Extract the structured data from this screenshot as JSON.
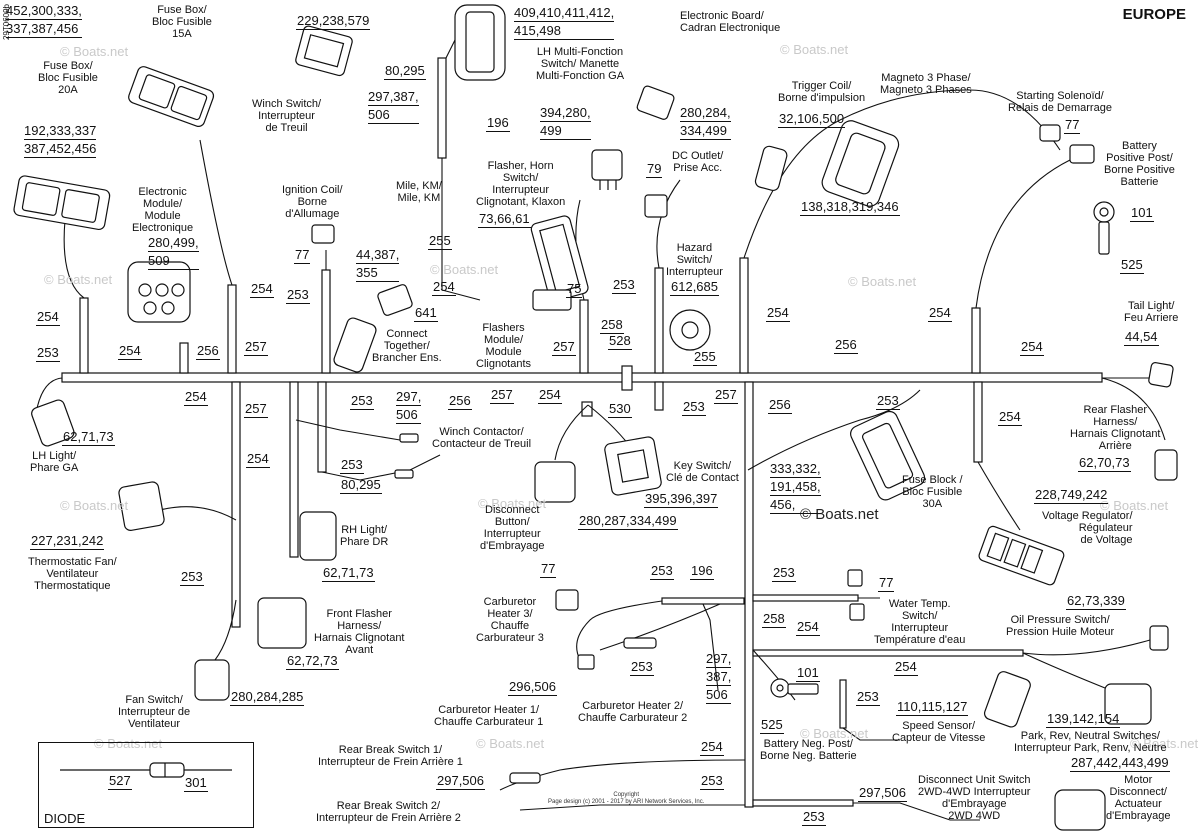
{
  "region": "EUROPE",
  "doc_id": "29T0609b",
  "watermark": "© Boats.net",
  "copyright": "Copyright\nPage design (c) 2001 - 2017 by ARI Network Services, Inc.",
  "diode": {
    "title": "DIODE",
    "part_left": "527",
    "part_right": "301"
  },
  "wire_codes": {
    "w254": "254",
    "w253": "253",
    "w256": "256",
    "w257": "257",
    "w255": "255",
    "w258": "258",
    "w528": "528",
    "w530": "530",
    "w196": "196",
    "w75": "75",
    "w641": "641",
    "w77": "77",
    "w79": "79",
    "w101": "101",
    "w525": "525"
  },
  "part_numbers": {
    "top_left": [
      "452,300,333,",
      "337,387,456"
    ],
    "fuse20_parts": [
      "192,333,337",
      "387,452,456"
    ],
    "ecm_parts": [
      "280,499,",
      "509"
    ],
    "winch_switch": "229,238,579",
    "elec_board": [
      "409,410,411,412,",
      "415,498"
    ],
    "speedo_a": "80,295",
    "speedo_b": [
      "297,387,",
      "506"
    ],
    "flasher_relay": [
      "394,280,",
      "499"
    ],
    "lh_multi": [
      "280,284,",
      "334,499"
    ],
    "trigger_coil": "32,106,500",
    "magneto": "138,318,319,346",
    "flasher_horn": "73,66,61",
    "ignition_parts": [
      "44,387,",
      "355"
    ],
    "hazard": "612,685",
    "tail_light": "44,54",
    "lh_light": "62,71,73",
    "winch_cont_a": [
      "297,",
      "506"
    ],
    "winch_cont_b": "80,295",
    "key_switch": "395,396,397",
    "disconnect_btn": "280,287,334,499",
    "fuse_block": [
      "333,332,",
      "191,458,",
      "456,"
    ],
    "rear_flasher": "62,70,73",
    "volt_reg": "228,749,242",
    "thermo_fan": "227,231,242",
    "rh_light": "62,71,73",
    "front_flasher": "62,72,73",
    "fan_switch": "280,284,285",
    "oil_pressure": "62,73,339",
    "carb_heater_1": "296,506",
    "carb_heater_2": [
      "297,",
      "387,",
      "506"
    ],
    "speed_sensor": "110,115,127",
    "park_rev": "139,142,154",
    "motor_disc": "287,442,443,499",
    "rear_break": "297,506",
    "disc_unit": "297,506"
  },
  "labels": {
    "fuse_box_15": "Fuse Box/\nBloc Fusible\n15A",
    "fuse_box_20": "Fuse Box/\nBloc Fusible\n20A",
    "elec_module": "Electronic\nModule/\nModule\nElectronique",
    "winch_switch": "Winch Switch/\nInterrupteur\nde Treuil",
    "elec_board": "Electronic Board/\nCadran Electronique",
    "lh_multi": "LH Multi-Fonction\nSwitch/ Manette\nMulti-Fonction GA",
    "mile_km": "Mile, KM/\nMile, KM",
    "trigger_coil": "Trigger Coil/\nBorne d'impulsion",
    "magneto": "Magneto 3 Phase/\nMagneto 3 Phases",
    "starting_solenoid": "Starting Solenoïd/\nRelais de Demarrage",
    "battery_pos": "Battery\nPositive Post/\nBorne Positive\nBatterie",
    "flasher_horn": "Flasher, Horn\nSwitch/\nInterrupteur\nClignotant, Klaxon",
    "dc_outlet": "DC Outlet/\nPrise Acc.",
    "ignition_coil": "Ignition Coil/\nBorne\nd'Allumage",
    "hazard": "Hazard\nSwitch/\nInterrupteur",
    "connect_together": "Connect\nTogether/\nBrancher Ens.",
    "flashers_module": "Flashers\nModule/\nModule\nClignotants",
    "tail_light": "Tail Light/\nFeu Arriere",
    "lh_light": "LH Light/\nPhare GA",
    "winch_contactor": "Winch Contactor/\nContacteur de Treuil",
    "key_switch": "Key Switch/\nClé de Contact",
    "rear_flasher": "Rear Flasher\nHarness/\nHarnais Clignotant\nArrière",
    "disconnect_btn": "Disconnect\nButton/\nInterrupteur\nd'Embrayage",
    "fuse_block": "Fuse Block /\nBloc Fusible\n30A",
    "volt_reg": "Voltage Regulator/\nRégulateur\nde Voltage",
    "thermo_fan": "Thermostatic Fan/\nVentilateur\nThermostatique",
    "rh_light": "RH Light/\nPhare DR",
    "front_flasher": "Front Flasher\nHarness/\nHarnais Clignotant\nAvant",
    "carb_heater_3": "Carburetor\nHeater 3/\nChauffe\nCarburateur 3",
    "water_temp": "Water Temp.\nSwitch/\nInterrupteur\nTempérature d'eau",
    "oil_pressure": "Oil Pressure Switch/\nPression Huile Moteur",
    "fan_switch": "Fan Switch/\nInterrupteur de\nVentilateur",
    "battery_neg": "Battery Neg. Post/\nBorne Neg. Batterie",
    "speed_sensor": "Speed Sensor/\nCapteur de Vitesse",
    "park_rev": "Park, Rev, Neutral Switches/\nInterrupteur Park, Renv, Neutre",
    "carb_heater_1": "Carburetor Heater 1/\nChauffe Carburateur 1",
    "carb_heater_2": "Carburetor Heater 2/\nChauffe Carburateur 2",
    "rear_break_1": "Rear Break Switch 1/\nInterrupteur de Frein Arrière 1",
    "rear_break_2": "Rear Break Switch 2/\nInterrupteur de Frein Arrière 2",
    "disc_unit": "Disconnect Unit Switch\n2WD-4WD Interrupteur\nd'Embrayage\n2WD 4WD",
    "motor_disc": "Motor\nDisconnect/\nActuateur\nd'Embrayage"
  },
  "icons": [
    "connector-icon",
    "fuse-icon",
    "ring-terminal-icon",
    "diode-icon",
    "switch-icon",
    "module-icon"
  ]
}
